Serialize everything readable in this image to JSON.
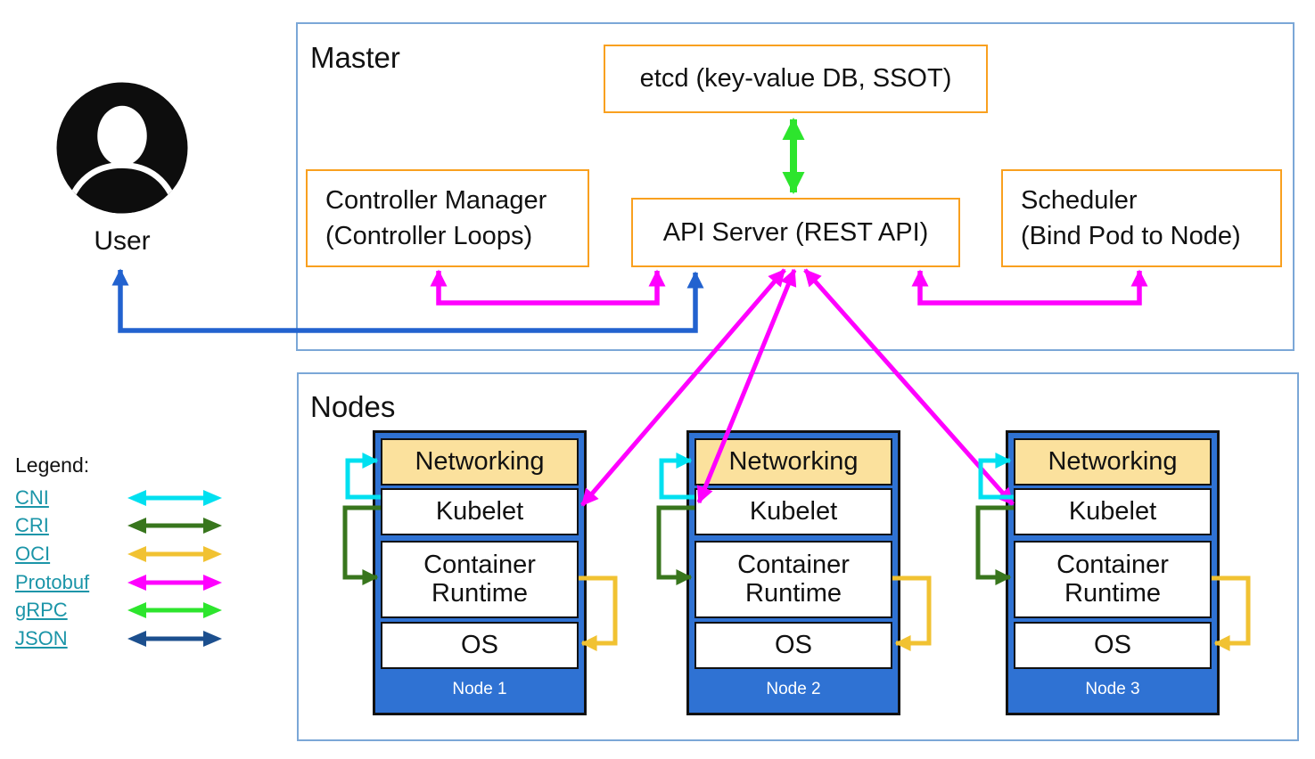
{
  "user": {
    "label": "User"
  },
  "master": {
    "title": "Master",
    "etcd": "etcd (key-value DB, SSOT)",
    "controller_manager": [
      "Controller Manager",
      "(Controller Loops)"
    ],
    "api_server": "API Server (REST API)",
    "scheduler": [
      "Scheduler",
      "(Bind Pod to Node)"
    ]
  },
  "nodes": {
    "title": "Nodes",
    "layers": [
      "Networking",
      "Kubelet",
      "Container Runtime",
      "OS"
    ],
    "names": [
      "Node 1",
      "Node 2",
      "Node 3"
    ]
  },
  "legend": {
    "title": "Legend:",
    "items": [
      {
        "label": "CNI",
        "color": "#00e0f0"
      },
      {
        "label": "CRI",
        "color": "#38761d"
      },
      {
        "label": "OCI",
        "color": "#f1c232"
      },
      {
        "label": "Protobuf",
        "color": "#ff00ff"
      },
      {
        "label": "gRPC",
        "color": "#2de52d"
      },
      {
        "label": "JSON",
        "color": "#1c4f8e"
      }
    ]
  },
  "connections": [
    {
      "from": "User",
      "to": "API Server (REST API)",
      "color": "#2262cf",
      "bidirectional": true
    },
    {
      "from": "etcd (key-value DB, SSOT)",
      "to": "API Server (REST API)",
      "color": "#2de52d",
      "bidirectional": true
    },
    {
      "from": "Controller Manager",
      "to": "API Server (REST API)",
      "color": "#ff00ff",
      "bidirectional": true
    },
    {
      "from": "Scheduler",
      "to": "API Server (REST API)",
      "color": "#ff00ff",
      "bidirectional": true
    },
    {
      "from": "API Server (REST API)",
      "to": "Kubelet (Node 1)",
      "color": "#ff00ff",
      "bidirectional": true
    },
    {
      "from": "API Server (REST API)",
      "to": "Kubelet (Node 2)",
      "color": "#ff00ff",
      "bidirectional": true
    },
    {
      "from": "API Server (REST API)",
      "to": "Kubelet (Node 3)",
      "color": "#ff00ff",
      "bidirectional": true
    },
    {
      "from": "Kubelet",
      "to": "Networking",
      "color": "#00e0f0",
      "per_node": true
    },
    {
      "from": "Kubelet",
      "to": "Container Runtime",
      "color": "#38761d",
      "per_node": true
    },
    {
      "from": "Container Runtime",
      "to": "OS",
      "color": "#f1c232",
      "per_node": true
    }
  ],
  "colors": {
    "protobuf_magenta": "#ff00ff",
    "grpc_green": "#2de52d",
    "user_arrow_blue": "#2262cf",
    "cni_cyan": "#00e0f0",
    "cri_dark_green": "#38761d",
    "oci_gold": "#f1c232",
    "json_navy": "#1c4f8e",
    "orange_border": "#f9a01f",
    "node_blue": "#2f72d3",
    "networking_fill": "#fbe19d",
    "section_border": "#7ba7d7",
    "legend_link_teal": "#1b95a8"
  }
}
